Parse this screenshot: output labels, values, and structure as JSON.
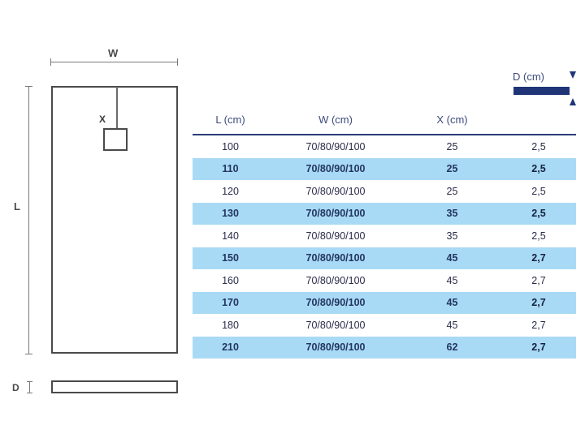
{
  "drawing": {
    "width_label": "W",
    "length_label": "L",
    "drain_label": "X",
    "depth_label": "D",
    "top_view_name": "shower-tray-top-view",
    "side_view_name": "shower-tray-side-view"
  },
  "table": {
    "headers": {
      "l": "L (cm)",
      "w": "W (cm)",
      "x": "X (cm)",
      "d": "D (cm)"
    },
    "rows": [
      {
        "l": "100",
        "w": "70/80/90/100",
        "x": "25",
        "d": "2,5",
        "highlight": false
      },
      {
        "l": "110",
        "w": "70/80/90/100",
        "x": "25",
        "d": "2,5",
        "highlight": true
      },
      {
        "l": "120",
        "w": "70/80/90/100",
        "x": "25",
        "d": "2,5",
        "highlight": false
      },
      {
        "l": "130",
        "w": "70/80/90/100",
        "x": "35",
        "d": "2,5",
        "highlight": true
      },
      {
        "l": "140",
        "w": "70/80/90/100",
        "x": "35",
        "d": "2,5",
        "highlight": false
      },
      {
        "l": "150",
        "w": "70/80/90/100",
        "x": "45",
        "d": "2,7",
        "highlight": true
      },
      {
        "l": "160",
        "w": "70/80/90/100",
        "x": "45",
        "d": "2,7",
        "highlight": false
      },
      {
        "l": "170",
        "w": "70/80/90/100",
        "x": "45",
        "d": "2,7",
        "highlight": true
      },
      {
        "l": "180",
        "w": "70/80/90/100",
        "x": "45",
        "d": "2,7",
        "highlight": false
      },
      {
        "l": "210",
        "w": "70/80/90/100",
        "x": "62",
        "d": "2,7",
        "highlight": true
      }
    ]
  },
  "colors": {
    "navy": "#1f3577",
    "header_text": "#3d4b7c",
    "row_highlight": "#a9daf5",
    "line_gray": "#7a7a7a",
    "outline_gray": "#4a4a4a",
    "background": "#ffffff"
  }
}
